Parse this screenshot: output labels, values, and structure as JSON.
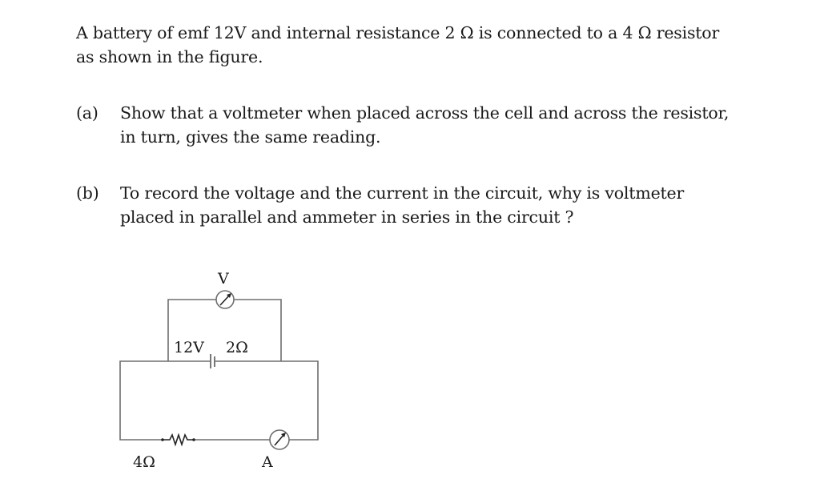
{
  "intro": {
    "text": "A battery of emf 12V and internal resistance 2 Ω is connected to a 4 Ω resistor as shown in the figure."
  },
  "questions": [
    {
      "label": "(a)",
      "text": "Show that a voltmeter when placed across the cell and across the resistor, in turn, gives the same reading."
    },
    {
      "label": "(b)",
      "text": "To record the voltage and the current in the circuit, why is voltmeter placed in parallel and ammeter in series in the circuit ?"
    }
  ],
  "circuit": {
    "voltmeter_label": "V",
    "ammeter_label": "A",
    "emf_label": "12V",
    "internal_resistance_label": "2Ω",
    "external_resistance_label": "4Ω",
    "components": [
      {
        "type": "voltmeter",
        "label": "V",
        "connection": "parallel across cell"
      },
      {
        "type": "cell",
        "emf": "12V",
        "internal_resistance": "2Ω"
      },
      {
        "type": "resistor",
        "value": "4Ω"
      },
      {
        "type": "ammeter",
        "label": "A",
        "connection": "series"
      }
    ]
  }
}
